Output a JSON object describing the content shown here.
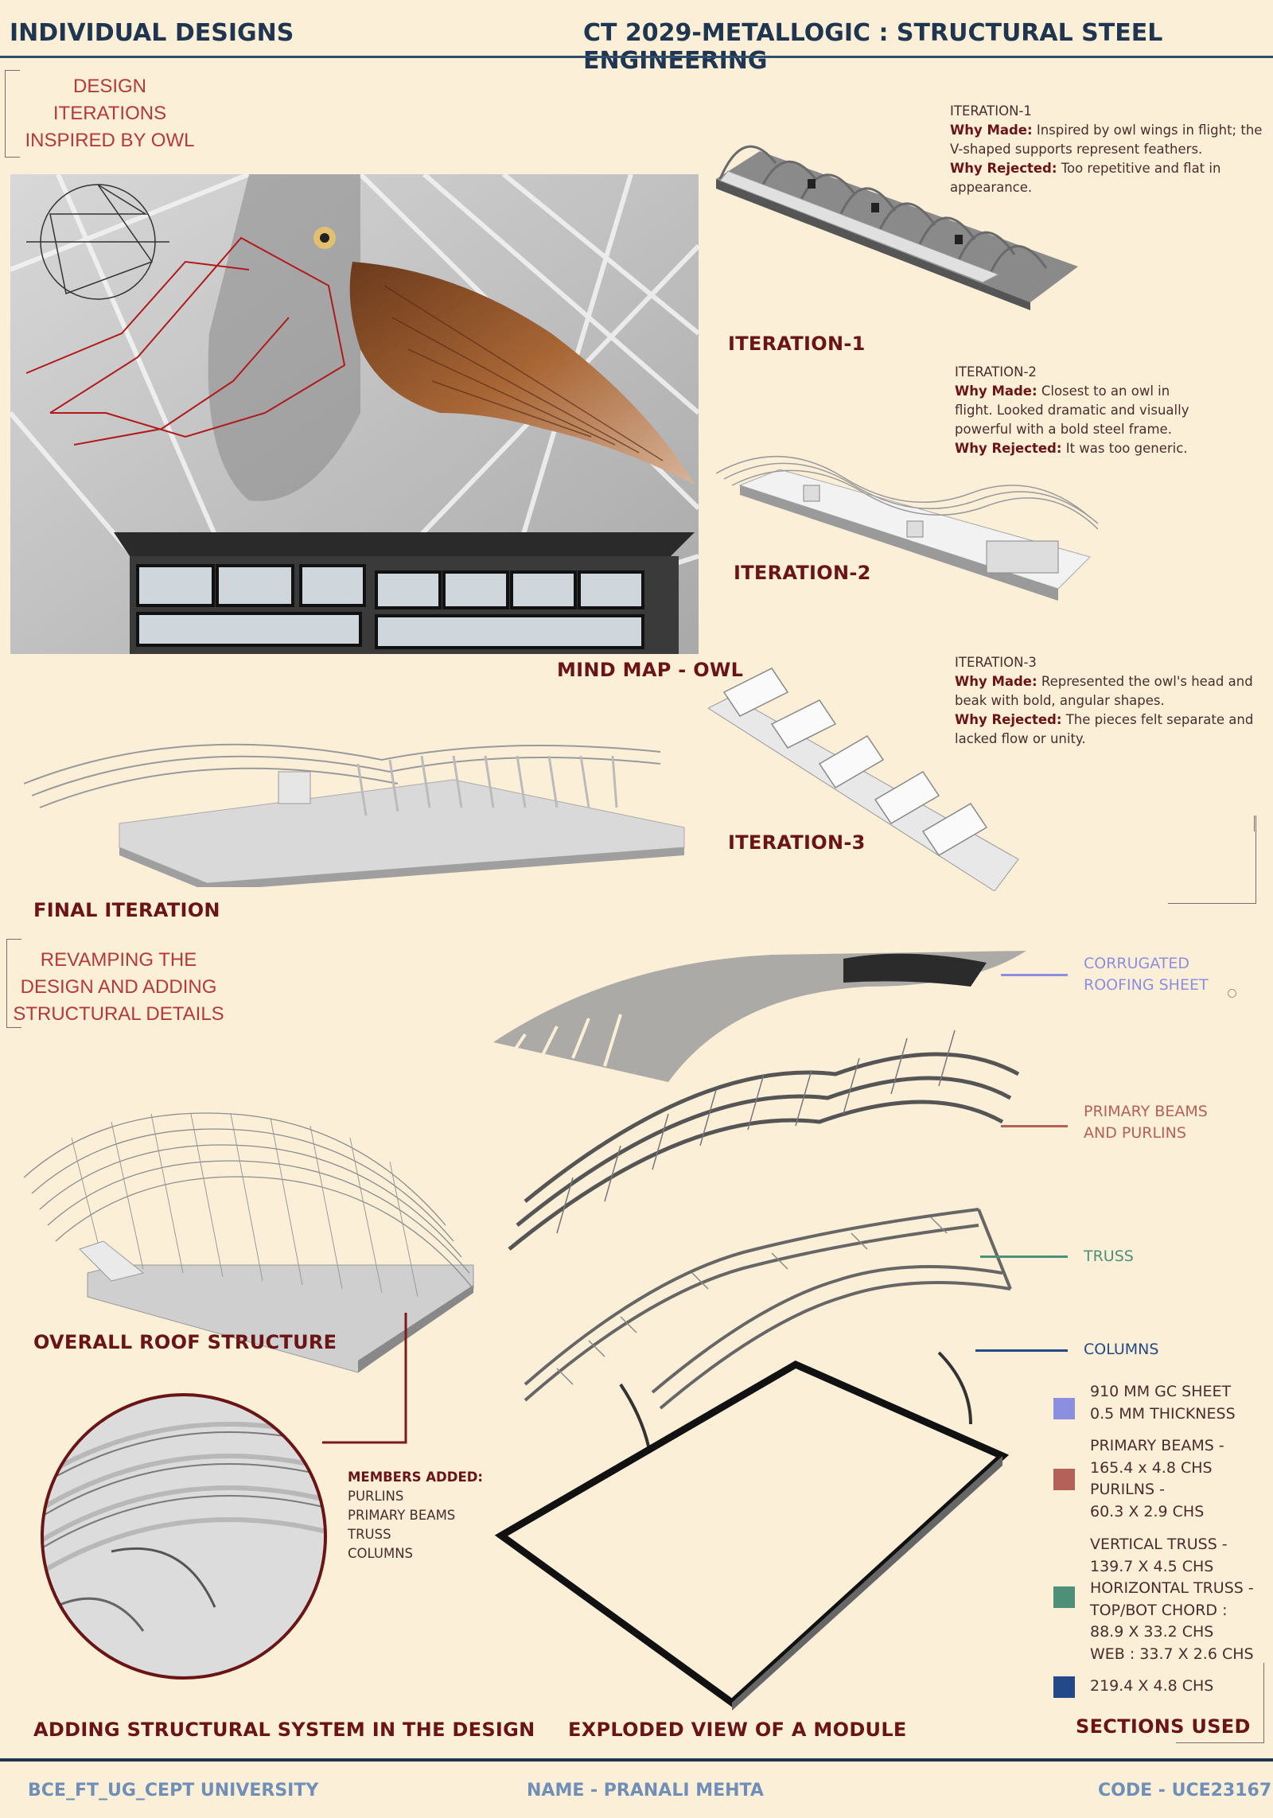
{
  "header": {
    "left_title": "INDIVIDUAL DESIGNS",
    "right_title": "CT 2029-METALLOGIC : STRUCTURAL STEEL ENGINEERING"
  },
  "sections": {
    "design_iterations_title": "DESIGN ITERATIONS\nINSPIRED BY OWL",
    "revamping_title": "REVAMPING THE\nDESIGN AND ADDING\nSTRUCTURAL DETAILS"
  },
  "mind_map": {
    "label": "MIND MAP - OWL"
  },
  "iterations": [
    {
      "label": "ITERATION-1",
      "note_title": "ITERATION-1",
      "why_made_label": "Why Made:",
      "why_made": "Inspired by owl wings in flight; the V-shaped supports represent feathers.",
      "why_rejected_label": "Why Rejected:",
      "why_rejected": "Too repetitive and flat in appearance."
    },
    {
      "label": "ITERATION-2",
      "note_title": "ITERATION-2",
      "why_made_label": "Why Made:",
      "why_made": "Closest to an owl in flight. Looked dramatic and visually powerful with a bold steel frame.",
      "why_rejected_label": "Why Rejected:",
      "why_rejected": "It was too generic."
    },
    {
      "label": "ITERATION-3",
      "note_title": "ITERATION-3",
      "why_made_label": "Why Made:",
      "why_made": "Represented the owl's head and beak with bold, angular shapes.",
      "why_rejected_label": "Why Rejected:",
      "why_rejected": "The pieces felt separate and lacked flow or unity."
    }
  ],
  "final_iteration": {
    "label": "FINAL ITERATION"
  },
  "overall_roof": {
    "label": "OVERALL ROOF STRUCTURE"
  },
  "members_added": {
    "title": "MEMBERS ADDED:",
    "items": [
      "PURLINS",
      "PRIMARY BEAMS",
      "TRUSS",
      "COLUMNS"
    ]
  },
  "exploded_view": {
    "label": "EXPLODED VIEW OF A MODULE",
    "layers": [
      {
        "label": "CORRUGATED\nROOFING SHEET",
        "color": "#8c8ee0"
      },
      {
        "label": "PRIMARY BEAMS\nAND PURLINS",
        "color": "#b4615a"
      },
      {
        "label": "TRUSS",
        "color": "#4e8f78"
      },
      {
        "label": "COLUMNS",
        "color": "#234a86"
      }
    ]
  },
  "sections_used": {
    "title": "SECTIONS USED",
    "items": [
      {
        "color": "#8c8ee0",
        "text": "910 MM GC SHEET\n0.5 MM THICKNESS"
      },
      {
        "color": "#b4615a",
        "text": "PRIMARY BEAMS -\n165.4 x 4.8 CHS\nPURILNS -\n60.3 X 2.9 CHS"
      },
      {
        "color": "#4e8f78",
        "text": "VERTICAL TRUSS -\n139.7 X 4.5 CHS\nHORIZONTAL TRUSS -\nTOP/BOT CHORD :\n88.9 X 33.2 CHS\nWEB : 33.7 X 2.6 CHS"
      },
      {
        "color": "#234a86",
        "text": "219.4 X 4.8 CHS"
      }
    ]
  },
  "structural_system": {
    "label": "ADDING STRUCTURAL SYSTEM IN THE DESIGN"
  },
  "footer": {
    "left": "BCE_FT_UG_CEPT UNIVERSITY",
    "center": "NAME - PRANALI MEHTA",
    "right": "CODE - UCE23167"
  }
}
